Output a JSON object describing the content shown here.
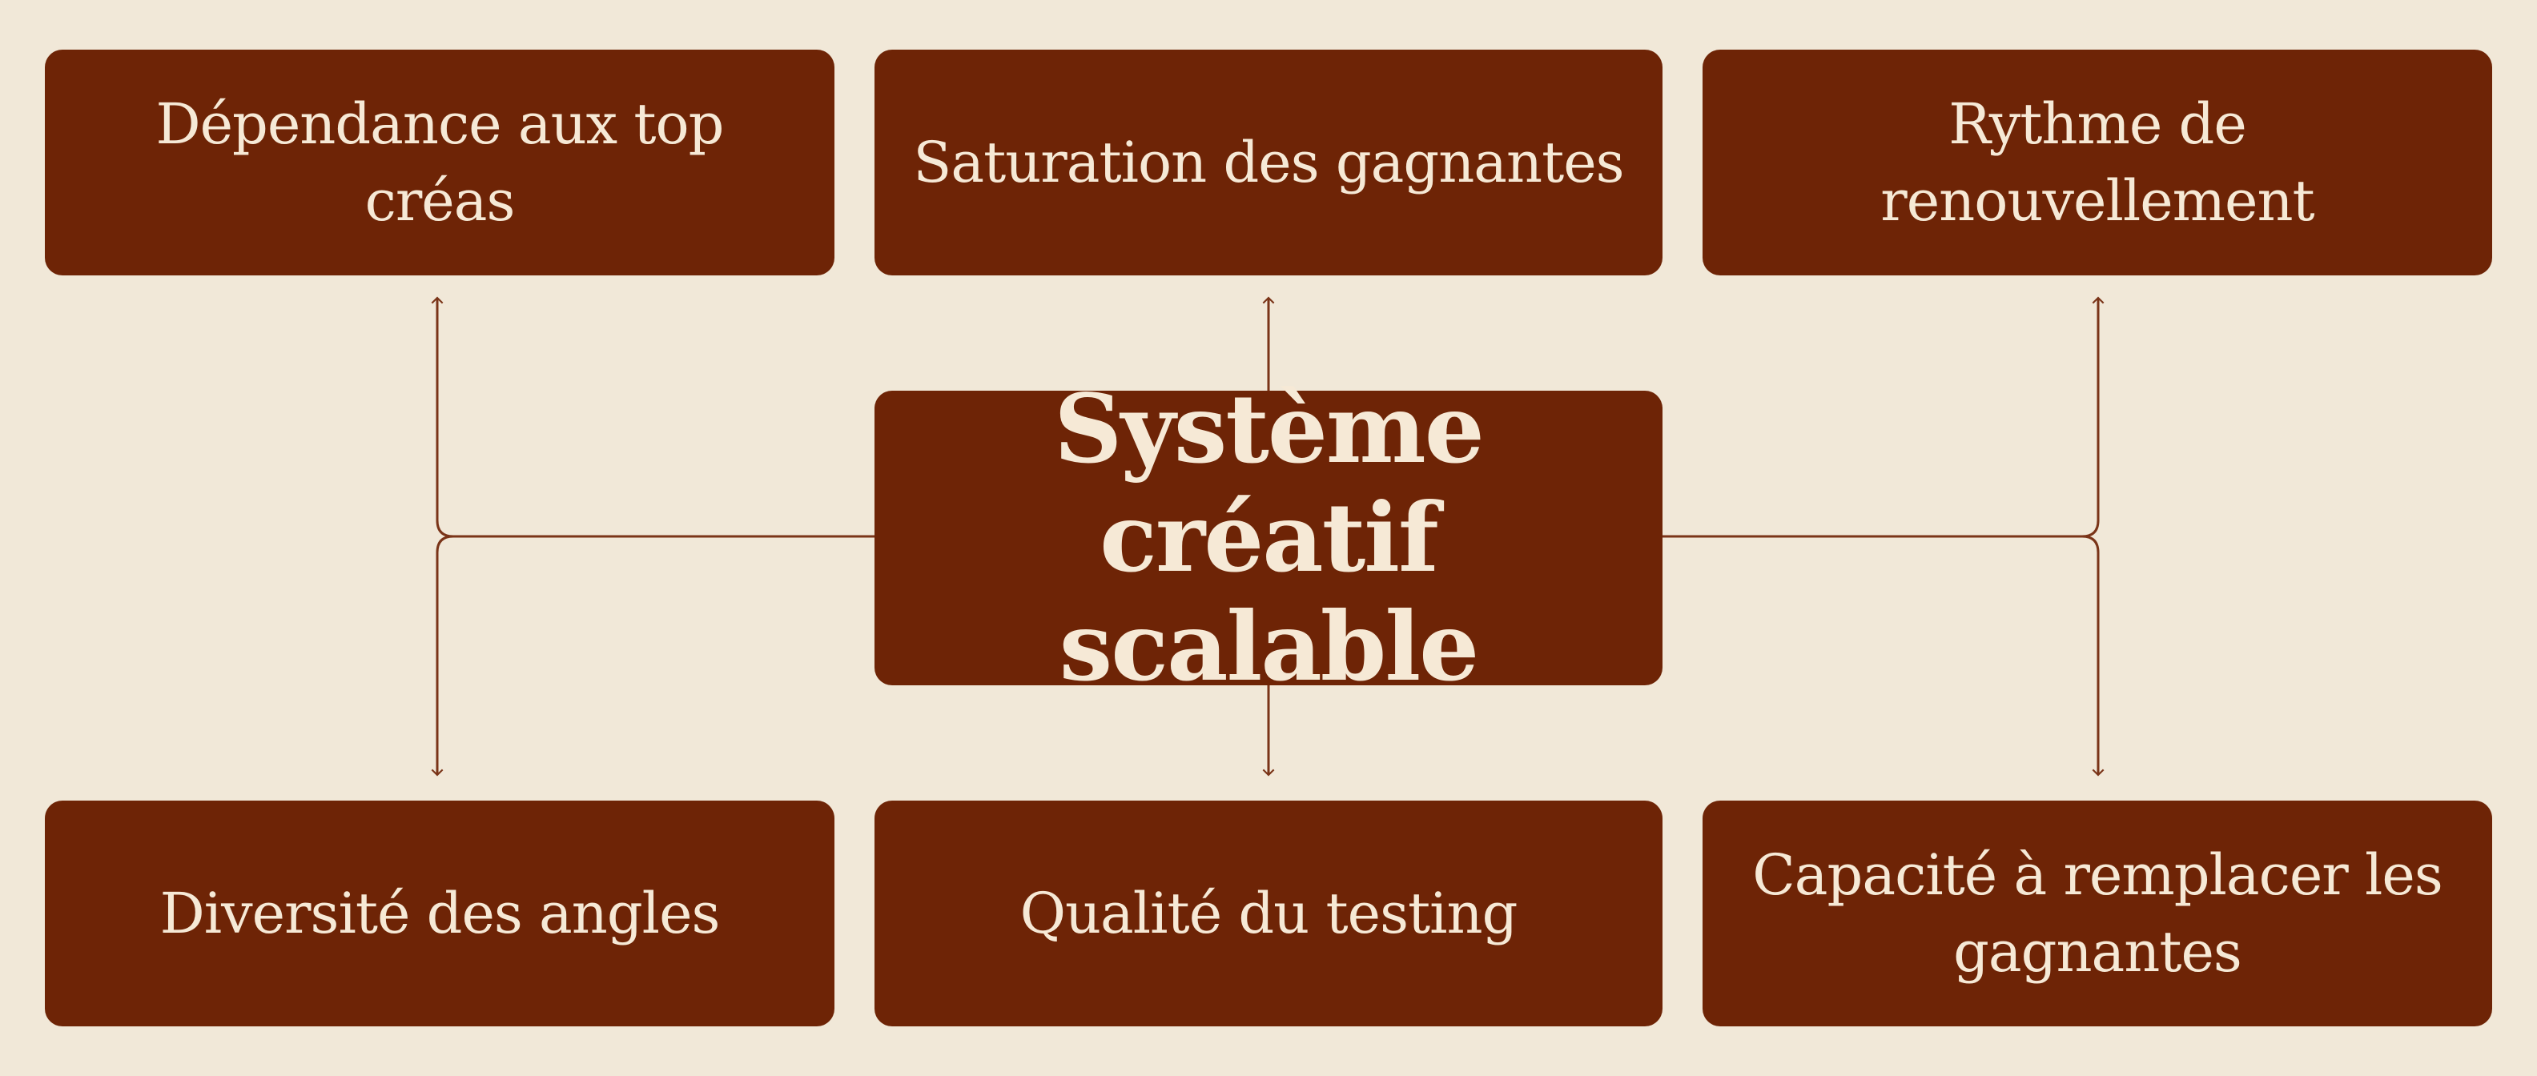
{
  "diagram": {
    "center": "Système créatif scalable",
    "top_nodes": [
      "Dépendance aux top créas",
      "Saturation des gagnantes",
      "Rythme de renouvellement"
    ],
    "bottom_nodes": [
      "Diversité des angles",
      "Qualité du testing",
      "Capacité à remplacer les gagnantes"
    ],
    "colors": {
      "background": "#f1e8d8",
      "node_fill": "#6e2406",
      "node_text": "#f6e9d6",
      "connector": "#7a3418"
    }
  }
}
